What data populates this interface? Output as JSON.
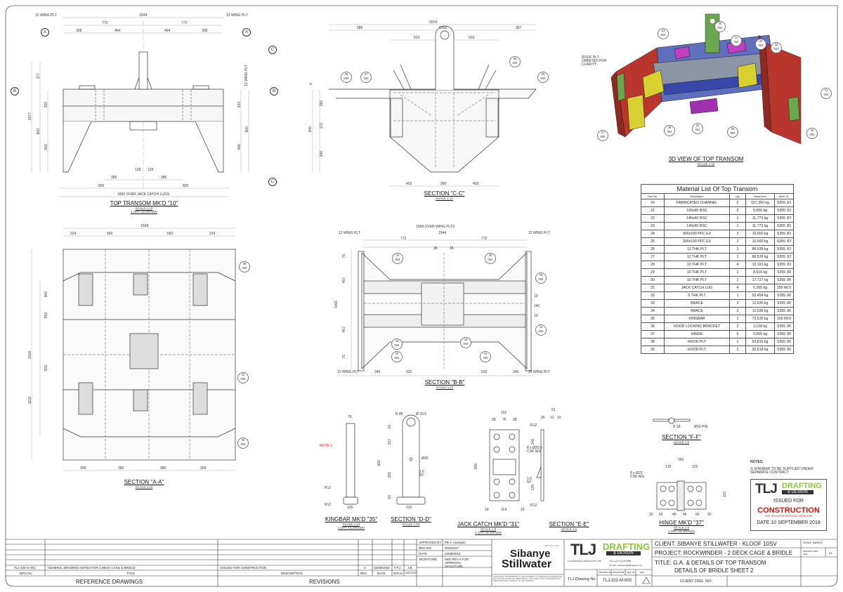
{
  "top_transom": {
    "title": "TOP TRANSOM MK'D \"10\"",
    "scale": "SCALE 1:10",
    "qty": "1 OFF AS DRAWN",
    "dims": [
      "12 WING PLT",
      "1544",
      "12 WING PLT",
      "772",
      "772",
      "308",
      "464",
      "464",
      "308",
      "277",
      "1077",
      "300",
      "800",
      "500",
      "12 WING PLT",
      "320",
      "800",
      "480",
      "128",
      "128",
      "385",
      "385",
      "825",
      "825",
      "1650  OVER JACK CATCH LUGS"
    ],
    "section_markers": [
      "A",
      "A",
      "B",
      "B",
      "C",
      "C"
    ]
  },
  "section_cc": {
    "title": "SECTION \"C-C\"",
    "scale": "SCALE 1:10",
    "dims": [
      "2018",
      "585",
      "1066",
      "367",
      "533",
      "533",
      "6",
      "282",
      "600",
      "172",
      "346",
      "403",
      "260",
      "403"
    ],
    "balloons": [
      [
        "38",
        "004"
      ],
      [
        "37",
        "003"
      ],
      [
        "36",
        "004"
      ],
      [
        "39",
        "004"
      ]
    ]
  },
  "view_3d": {
    "title": "3D VIEW OF TOP TRANSOM",
    "scale": "SCALE 1:10",
    "note": "ROOF PLT OMMITED FOR CLARITY",
    "balloons": [
      [
        "33",
        "004"
      ],
      [
        "35",
        "003"
      ],
      [
        "21",
        "004"
      ],
      [
        "20",
        "004"
      ],
      [
        "34",
        "004"
      ],
      [
        "31",
        "004"
      ],
      [
        "27",
        "004"
      ],
      [
        "28",
        "004"
      ],
      [
        "20",
        "004"
      ],
      [
        "30",
        "004"
      ],
      [
        "26",
        "004"
      ]
    ]
  },
  "section_aa": {
    "title": "SECTION \"A-A\"",
    "scale": "SCALE 1:10",
    "dims": [
      "1568",
      "224",
      "560",
      "560",
      "224",
      "900",
      "533",
      "2018",
      "533",
      "1118",
      "399",
      "385",
      "385",
      "399"
    ],
    "balloons": [
      [
        "39",
        "004"
      ],
      [
        "32",
        "004"
      ],
      [
        "38",
        "004"
      ]
    ]
  },
  "section_bb": {
    "title": "SECTION \"B-B\"",
    "scale": "SCALE 1:10",
    "dims": [
      "1568 OVER WING PLTS",
      "12 WING PLT",
      "12 WING PLT",
      "1544",
      "772",
      "772",
      "38",
      "38",
      "75",
      "457",
      "1066",
      "457",
      "75",
      "10",
      "140",
      "10",
      "12 WING PLT",
      "240",
      "532",
      "532",
      "240",
      "24 WING PLT"
    ],
    "balloons": [
      [
        "24",
        "004"
      ],
      [
        "25",
        "004"
      ],
      [
        "26",
        "004"
      ],
      [
        "22",
        "004"
      ],
      [
        "23",
        "004"
      ],
      [
        "29",
        "004"
      ],
      [
        "25",
        "004"
      ],
      [
        "24",
        "004"
      ]
    ]
  },
  "kingbar": {
    "title": "KINGBAR MK'D \"35\"",
    "scale": "SCALE 1:10",
    "qty": "1 OFF AS DRAWN",
    "note": "NOTE 1",
    "dims": [
      "76",
      "R12",
      "R12",
      "130"
    ]
  },
  "section_dd": {
    "title": "SECTION \"D-D\"",
    "scale": "SCALE 1:10",
    "dims": [
      "R 85",
      "Ø 20.5",
      "15",
      "227",
      "662",
      "360",
      "60",
      "Ø30",
      "1.6 N7",
      "210"
    ]
  },
  "jack_catch": {
    "title": "JACK CATCH MK'D \"31\"",
    "scale": "SCALE 1:5",
    "qty": "4 OFF AS DRAWN",
    "dims": [
      "152",
      "38",
      "76",
      "38",
      "8 x Ø20.5 CSK N/S",
      "395",
      "19",
      "114",
      "19",
      "1.6 N7"
    ]
  },
  "section_ee": {
    "title": "SECTION \"E-E\"",
    "scale": "SCALE 1:5",
    "dims": [
      "51",
      "29",
      "12",
      "10",
      "R12",
      "142",
      "134",
      "R12"
    ]
  },
  "section_ff": {
    "title": "SECTION \"F-F\"",
    "scale": "SCALE 1:5",
    "dims": [
      "Ø16 PIN",
      "R 18"
    ]
  },
  "hinge": {
    "title": "HINGE MK'D \"37\"",
    "scale": "SCALE 1:5",
    "qty": "6 OFF AS DRAWN",
    "dims": [
      "250",
      "125",
      "125",
      "8 x Ø22 CSK N/S",
      "20",
      "60",
      "45",
      "45",
      "60",
      "20",
      "110"
    ]
  },
  "notes": {
    "title": "NOTES:",
    "items": [
      "1) KINGBAR TO BE SUPPLIED UNDER SEPARATE CONTRACT"
    ]
  },
  "stamp": {
    "logo_a": "TLJ",
    "logo_b": "DRAFTING",
    "logo_c": "& DESIGN",
    "issued_for": "ISSUED FOR",
    "construction": "CONSTRUCTION",
    "sub": "*SEE REV A FOR APPROVAL SIGNATURE",
    "date": "DATE:10 SEPTEMBER 2018",
    "accent": "#e01010",
    "green": "#8cc63f"
  },
  "material_list": {
    "title": "Material List Of Top Transom",
    "headers": [
      "Part No.",
      "Description",
      "Qty",
      "Mass/Item",
      "Steel Gr."
    ],
    "rows": [
      [
        "20",
        "FABRICATED CHANNEL",
        "2",
        "157,350 kg",
        "S355 JO"
      ],
      [
        "21",
        "160x65 RSC",
        "2",
        "6,656 kg",
        "S355 JO"
      ],
      [
        "22",
        "140x60 RSC",
        "1",
        "11,773 kg",
        "S355 JO"
      ],
      [
        "23",
        "140x60 RSC",
        "1",
        "11,773 kg",
        "S355 JO"
      ],
      [
        "24",
        "300x100 PFC EX",
        "2",
        "10,560 kg",
        "S355 JO"
      ],
      [
        "25",
        "300x100 PFC EX",
        "2",
        "10,560 kg",
        "S355 JO"
      ],
      [
        "26",
        "12 THK PLT",
        "1",
        "86,539 kg",
        "S355 JO"
      ],
      [
        "27",
        "12 THK PLT",
        "1",
        "86,539 kg",
        "S355 JO"
      ],
      [
        "28",
        "10 THK PLT",
        "4",
        "10,191 kg",
        "S355 JO"
      ],
      [
        "29",
        "10 THK PLT",
        "1",
        "8,616 kg",
        "S355 JR"
      ],
      [
        "30",
        "10 THK PLT",
        "1",
        "17,727 kg",
        "S355 JR"
      ],
      [
        "31",
        "JACK CATCH LUG",
        "4",
        "6,265 kg",
        "150 M19"
      ],
      [
        "32",
        "6 THK PLT",
        "1",
        "52,454 kg",
        "S355 JR"
      ],
      [
        "33",
        "BRACE",
        "2",
        "12,630 kg",
        "S355 JR"
      ],
      [
        "34",
        "BRACE",
        "2",
        "12,630 kg",
        "S355 JR"
      ],
      [
        "35",
        "KINGBAR",
        "1",
        "73,530 kg",
        "150 M19"
      ],
      [
        "36",
        "HOOD LOCKING BRACKET",
        "2",
        "3,128 kg",
        "S355 JR"
      ],
      [
        "37",
        "HINGE",
        "6",
        "3,005 kg",
        "S355 JR"
      ],
      [
        "38",
        "HOOD PLT",
        "1",
        "53,816 kg",
        "S355 JR"
      ],
      [
        "39",
        "HOOD PLT",
        "1",
        "33,518 kg",
        "S355 JR"
      ]
    ]
  },
  "title_block": {
    "ref_row": {
      "drg_no": "TLJ-202-G-001",
      "title": "GENERAL DRAWING NOTES FOR 2 DECK CAGE & BRIDLE"
    },
    "ref_headers": {
      "drg_no": "DRG No",
      "title": "TITLE"
    },
    "ref_section": "REFERENCE DRAWINGS",
    "rev_row": {
      "description": "ISSUED FOR CONSTRUCTION",
      "rev": "0",
      "date": "10/09/2018",
      "intls": "F.P.J.",
      "checked": "J.B."
    },
    "rev_headers": {
      "description": "DESCRIPTION",
      "rev": "REV.",
      "date": "DATE",
      "intls": "INTLS",
      "checked": "CHECKED"
    },
    "rev_section": "REVISIONS",
    "approval": {
      "approved_by_label": "APPROVED BY",
      "approved_by": "PB v. Aswegen",
      "reg_label": "REG NO.",
      "reg": "20020227",
      "date_label": "DATE",
      "date": "22/08/2018",
      "sig_label": "SIGNATURE",
      "sig": "SEE REV A FOR APPROVAL SIGNATURE"
    },
    "client_logo": {
      "tagline": "we are one",
      "line1": "Sibanye",
      "line2": "Stillwater"
    },
    "copyright": "COPYRIGHT: THIS DRAWING IS THE PROPERTY OF SIBANYE STILLWATER AND MAY NOT BE COPIED OR USED WHOLLY OR IN PART IN ANY FORM WITHOUT PRIOR WRITTEN CONSENT OF THE COMPANY",
    "tlj": {
      "logo_a": "TLJ",
      "logo_b": "DRAFTING",
      "logo_c": "& DESIGN",
      "company": "TLJ DRAFTING & DESIGN (PTY) LTD",
      "tel": "Tel: (+27) 72 375 5088",
      "email": "E-mail: marthinus@tljdesign.co.za",
      "drawing_no_label": "TLJ Drawing No.",
      "project_label": "PROJECT No.",
      "discipline_label": "DISCIPLINE",
      "seq_label": "SEQ. No.",
      "rev_label": "REV",
      "drawing_no": "TLJ-202-M-003"
    },
    "client": "CLIENT: SIBANYE STILLWATER - KLOOF 10SV",
    "project": "PROJECT: ROCKWINDER - 2 DECK CAGE & BRIDLE",
    "title1": "TITLE: G.A. & DETAILS OF TOP TRANSOM",
    "title2": "DETAILS OF BRIDLE SHEET 2",
    "client_drg_label": "CLIENT DRG. NO.",
    "scale": "SCALE VARIES",
    "orig_size_label": "ORIGINAL DRG SIZE",
    "orig_size": "A1"
  }
}
